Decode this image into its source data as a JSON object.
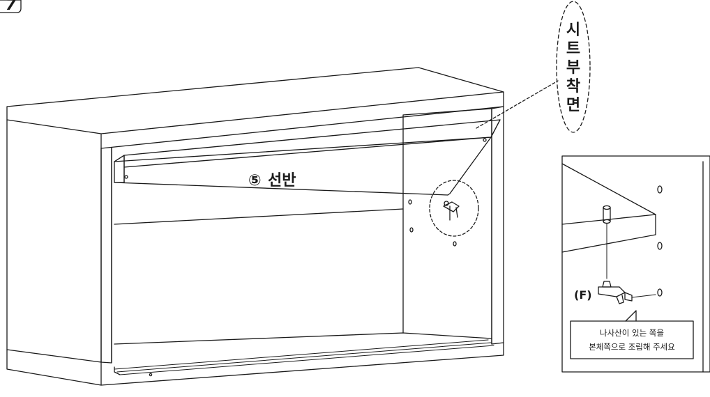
{
  "step": {
    "number": "7"
  },
  "shelf": {
    "number": "⑤",
    "label": "선반"
  },
  "sheet_callout": {
    "chars": [
      "시",
      "트",
      "부",
      "착",
      "면"
    ]
  },
  "detail": {
    "part_label": "(F)",
    "note": [
      "나사산이 있는 쪽을",
      "본체쪽으로 조립해 주세요"
    ]
  }
}
